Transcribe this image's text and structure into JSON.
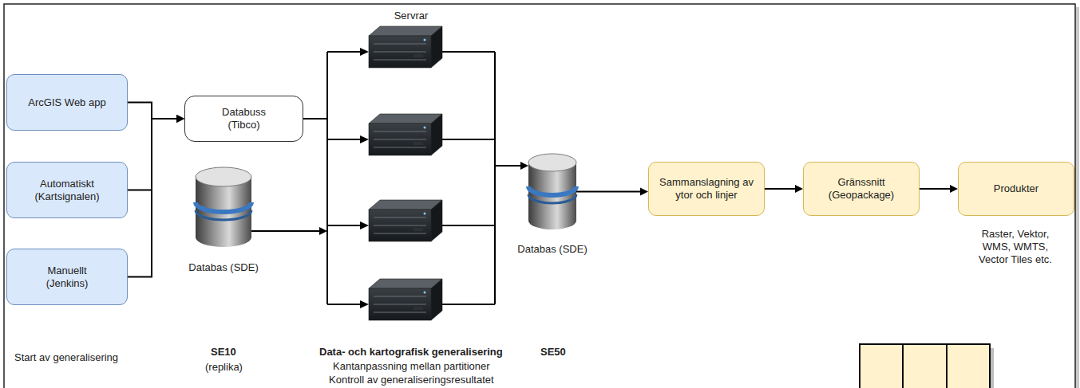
{
  "diagram": {
    "nodes": [
      {
        "text": [
          "ArcGIS Web app"
        ]
      },
      {
        "text": [
          "Automatiskt (Kartsignalen)"
        ]
      },
      {
        "text": [
          "Manuellt (Jenkins)"
        ]
      },
      {
        "text": [
          "Databuss (Tibco)"
        ]
      },
      {
        "text": [
          "Databas (SDE)"
        ]
      },
      {
        "text": [
          "Servrar"
        ]
      },
      {
        "text": [
          "Databas (SDE)"
        ]
      },
      {
        "text": [
          "Sammanslagning av ytor och linjer"
        ]
      },
      {
        "text": [
          "Gränssnitt (Geopackage)"
        ]
      },
      {
        "text": [
          "Produkter"
        ]
      }
    ],
    "edges": [
      {
        "from": 0,
        "to": 3,
        "arrow": "to"
      },
      {
        "from": 1,
        "to": 3,
        "arrow": "to"
      },
      {
        "from": 2,
        "to": 3,
        "arrow": "to"
      },
      {
        "from": 3,
        "to": 5,
        "arrow": "none"
      },
      {
        "from": 4,
        "to": 5,
        "arrow": "to"
      },
      {
        "from": 5,
        "to": 6,
        "arrow": "to"
      },
      {
        "from": 6,
        "to": 7,
        "arrow": "to"
      },
      {
        "from": 7,
        "to": 8,
        "arrow": "to"
      },
      {
        "from": 8,
        "to": 9,
        "arrow": "to"
      }
    ],
    "labels": [
      "Start av generalisering",
      "SE10",
      "(replika)",
      "Data- och kartografisk generalisering",
      "Kantanpassning mellan partitioner",
      "Kontroll av generaliseringsresultatet",
      "SE50",
      "Raster, Vektor, WMS, WMTS, Vector Tiles etc."
    ]
  }
}
